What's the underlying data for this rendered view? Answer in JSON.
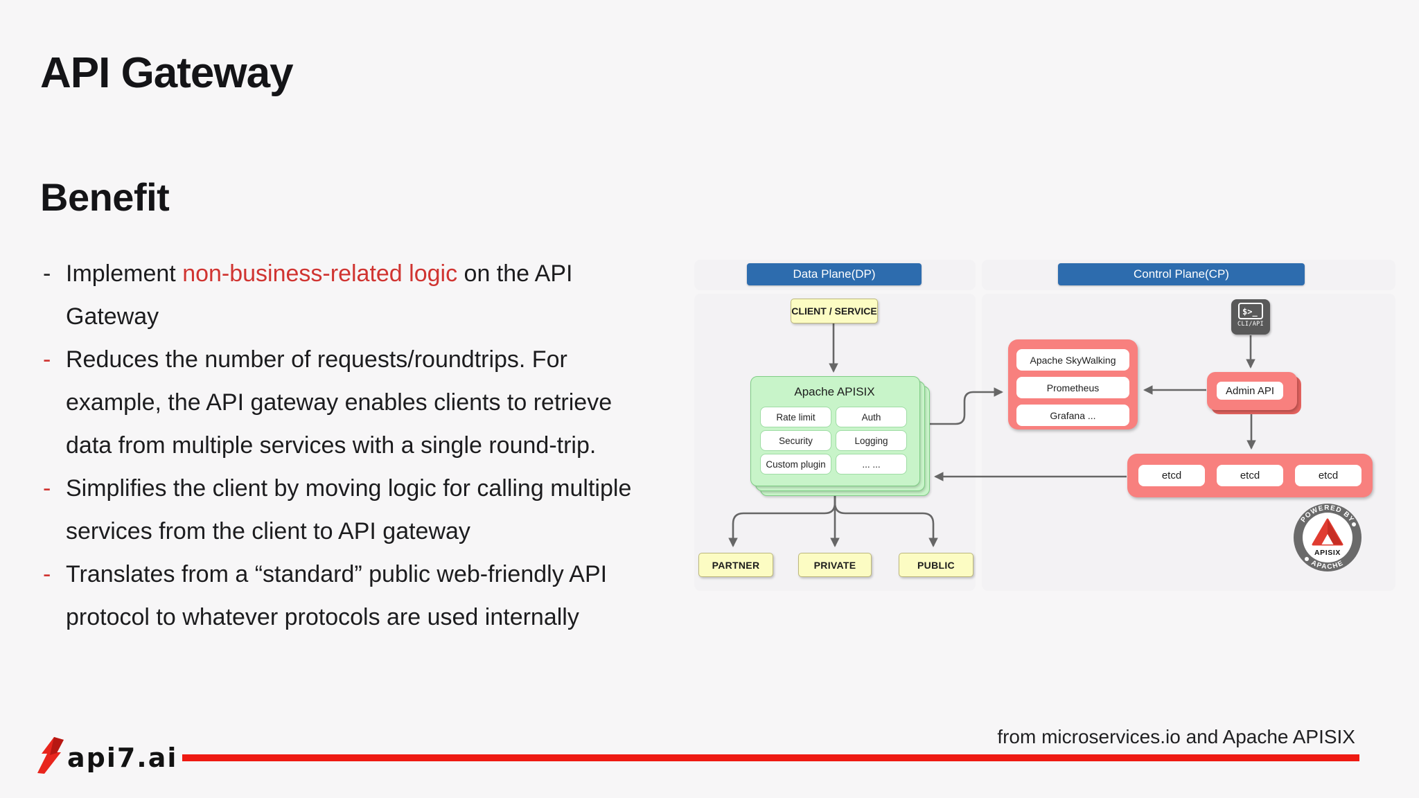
{
  "title": "API Gateway",
  "section_title": "Benefit",
  "bullets": [
    {
      "dash_red": false,
      "lines": [
        {
          "segments": [
            {
              "text": "Implement ",
              "red": false
            },
            {
              "text": "non-business-related logic",
              "red": true
            },
            {
              "text": " on the API",
              "red": false
            }
          ]
        },
        {
          "segments": [
            {
              "text": "Gateway",
              "red": false
            }
          ]
        }
      ]
    },
    {
      "dash_red": true,
      "lines": [
        {
          "segments": [
            {
              "text": "Reduces the number of requests/roundtrips. For",
              "red": false
            }
          ]
        },
        {
          "segments": [
            {
              "text": "example, the API gateway enables clients to retrieve",
              "red": false
            }
          ]
        },
        {
          "segments": [
            {
              "text": "data from multiple services with a single round-trip.",
              "red": false
            }
          ]
        }
      ]
    },
    {
      "dash_red": true,
      "lines": [
        {
          "segments": [
            {
              "text": "Simplifies the client by moving logic for calling multiple",
              "red": false
            }
          ]
        },
        {
          "segments": [
            {
              "text": "services from the client to API gateway",
              "red": false
            }
          ]
        }
      ]
    },
    {
      "dash_red": true,
      "lines": [
        {
          "segments": [
            {
              "text": "Translates from a “standard” public web-friendly API",
              "red": false
            }
          ]
        },
        {
          "segments": [
            {
              "text": "protocol to whatever protocols are used internally",
              "red": false
            }
          ]
        }
      ]
    }
  ],
  "diagram": {
    "dp_header": "Data Plane(DP)",
    "cp_header": "Control Plane(CP)",
    "client_box": "CLIENT / SERVICE",
    "apisix": {
      "title": "Apache APISIX",
      "plugins": [
        "Rate limit",
        "Auth",
        "Security",
        "Logging",
        "Custom plugin",
        "... ..."
      ]
    },
    "monitoring": [
      "Apache SkyWalking",
      "Prometheus",
      "Grafana ..."
    ],
    "admin_api": "Admin API",
    "etcd_nodes": [
      "etcd",
      "etcd",
      "etcd"
    ],
    "gateways": [
      "PARTNER",
      "PRIVATE",
      "PUBLIC"
    ],
    "cli_icon": {
      "prompt": "$>_",
      "label": "CLI/API"
    },
    "badge": {
      "top": "POWERED BY",
      "bottom": "APACHE",
      "name": "APISIX"
    }
  },
  "footer": {
    "logo_text": "api7.ai",
    "credit": "from microservices.io and Apache APISIX"
  },
  "colors": {
    "accent_text_red": "#d03431",
    "brand_red": "#ee1a12",
    "header_blue": "#2d6cae",
    "apisix_green": "#c8f4c9",
    "salmon_red": "#f8807e",
    "note_yellow": "#fcfcc3",
    "arrow_gray": "#666666"
  }
}
